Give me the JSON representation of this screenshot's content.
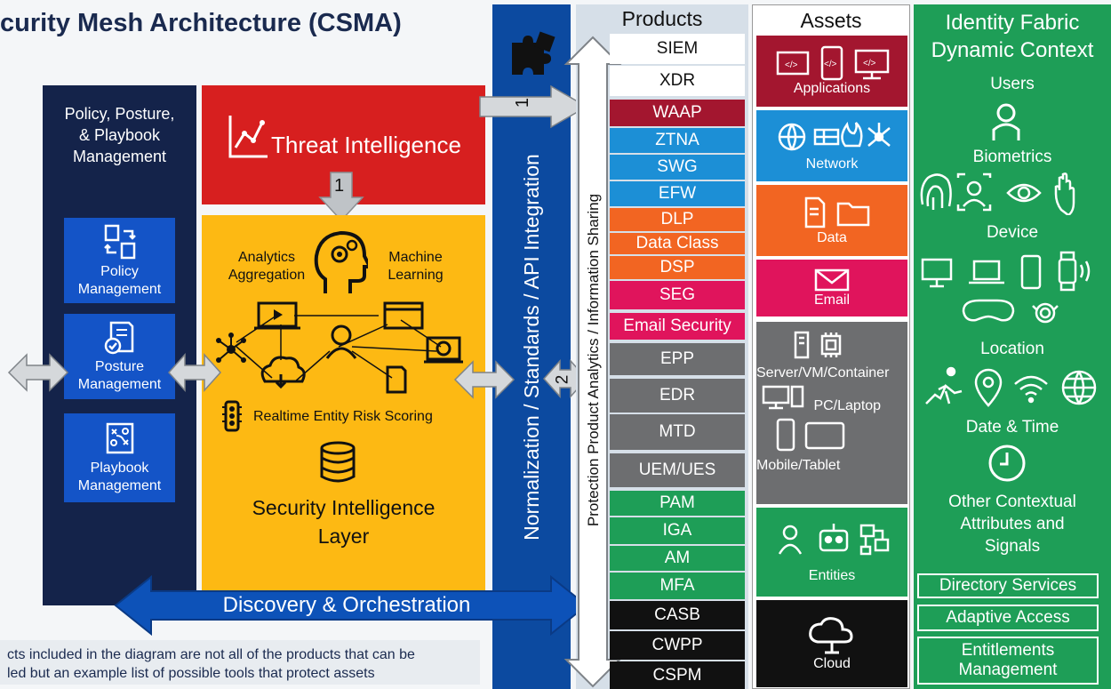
{
  "title": "curity Mesh Architecture (CSMA)",
  "policy": {
    "heading": [
      "Policy, Posture,",
      "& Playbook",
      "Management"
    ],
    "boxes": [
      {
        "line1": "Policy",
        "line2": "Management"
      },
      {
        "line1": "Posture",
        "line2": "Management"
      },
      {
        "line1": "Playbook",
        "line2": "Management"
      }
    ]
  },
  "threat_intel": {
    "label": "Threat Intelligence",
    "step": "1"
  },
  "intelligence_layer": {
    "analytics": [
      "Analytics",
      "Aggregation"
    ],
    "ml": [
      "Machine",
      "Learning"
    ],
    "risk": "Realtime Entity Risk Scoring",
    "title": [
      "Security Intelligence",
      "Layer"
    ]
  },
  "discovery": "Discovery & Orchestration",
  "normalization": "Normalization / Standards / API Integration",
  "products": {
    "heading": "Products",
    "side_label": "Protection Product Analytics / Information Sharing",
    "items": [
      {
        "label": "SIEM",
        "color": "#ffffff",
        "text": "#111111"
      },
      {
        "label": "XDR",
        "color": "#ffffff",
        "text": "#111111"
      },
      {
        "label": "WAAP",
        "color": "#a3162f",
        "text": "#ffffff"
      },
      {
        "label": "ZTNA",
        "color": "#1c8fd6",
        "text": "#ffffff"
      },
      {
        "label": "SWG",
        "color": "#1c8fd6",
        "text": "#ffffff"
      },
      {
        "label": "EFW",
        "color": "#1c8fd6",
        "text": "#ffffff"
      },
      {
        "label": "DLP",
        "color": "#f26522",
        "text": "#ffffff"
      },
      {
        "label": "Data Class",
        "color": "#f26522",
        "text": "#ffffff"
      },
      {
        "label": "DSP",
        "color": "#f26522",
        "text": "#ffffff"
      },
      {
        "label": "SEG",
        "color": "#e0145c",
        "text": "#ffffff"
      },
      {
        "label": "Email Security",
        "color": "#e0145c",
        "text": "#ffffff"
      },
      {
        "label": "EPP",
        "color": "#6d6e70",
        "text": "#ffffff"
      },
      {
        "label": "EDR",
        "color": "#6d6e70",
        "text": "#ffffff"
      },
      {
        "label": "MTD",
        "color": "#6d6e70",
        "text": "#ffffff"
      },
      {
        "label": "UEM/UES",
        "color": "#6d6e70",
        "text": "#ffffff"
      },
      {
        "label": "PAM",
        "color": "#1e9e57",
        "text": "#ffffff"
      },
      {
        "label": "IGA",
        "color": "#1e9e57",
        "text": "#ffffff"
      },
      {
        "label": "AM",
        "color": "#1e9e57",
        "text": "#ffffff"
      },
      {
        "label": "MFA",
        "color": "#1e9e57",
        "text": "#ffffff"
      },
      {
        "label": "CASB",
        "color": "#111111",
        "text": "#ffffff"
      },
      {
        "label": "CWPP",
        "color": "#111111",
        "text": "#ffffff"
      },
      {
        "label": "CSPM",
        "color": "#111111",
        "text": "#ffffff"
      }
    ]
  },
  "assets": {
    "heading": "Assets",
    "applications": "Applications",
    "network": "Network",
    "data": "Data",
    "email": "Email",
    "server": "Server/VM/Container",
    "pc": "PC/Laptop",
    "mobile": "Mobile/Tablet",
    "entities": "Entities",
    "cloud": "Cloud",
    "colors": {
      "applications": "#a3162f",
      "network": "#1c8fd6",
      "data": "#f26522",
      "email": "#e0145c",
      "devices": "#6d6e70",
      "entities": "#1e9e57",
      "cloud": "#111111"
    }
  },
  "identity": {
    "heading": [
      "Identity Fabric",
      "Dynamic Context"
    ],
    "users": "Users",
    "biometrics": "Biometrics",
    "device": "Device",
    "location": "Location",
    "datetime": "Date & Time",
    "other": [
      "Other Contextual",
      "Attributes and",
      "Signals"
    ],
    "boxes": [
      "Directory Services",
      "Adaptive Access",
      "Entitlements Management"
    ]
  },
  "arrows": {
    "step1": "1",
    "step2": "2"
  },
  "note": [
    "cts included in the diagram are not all of the products that can be",
    "led but an example list of possible tools that protect assets"
  ]
}
